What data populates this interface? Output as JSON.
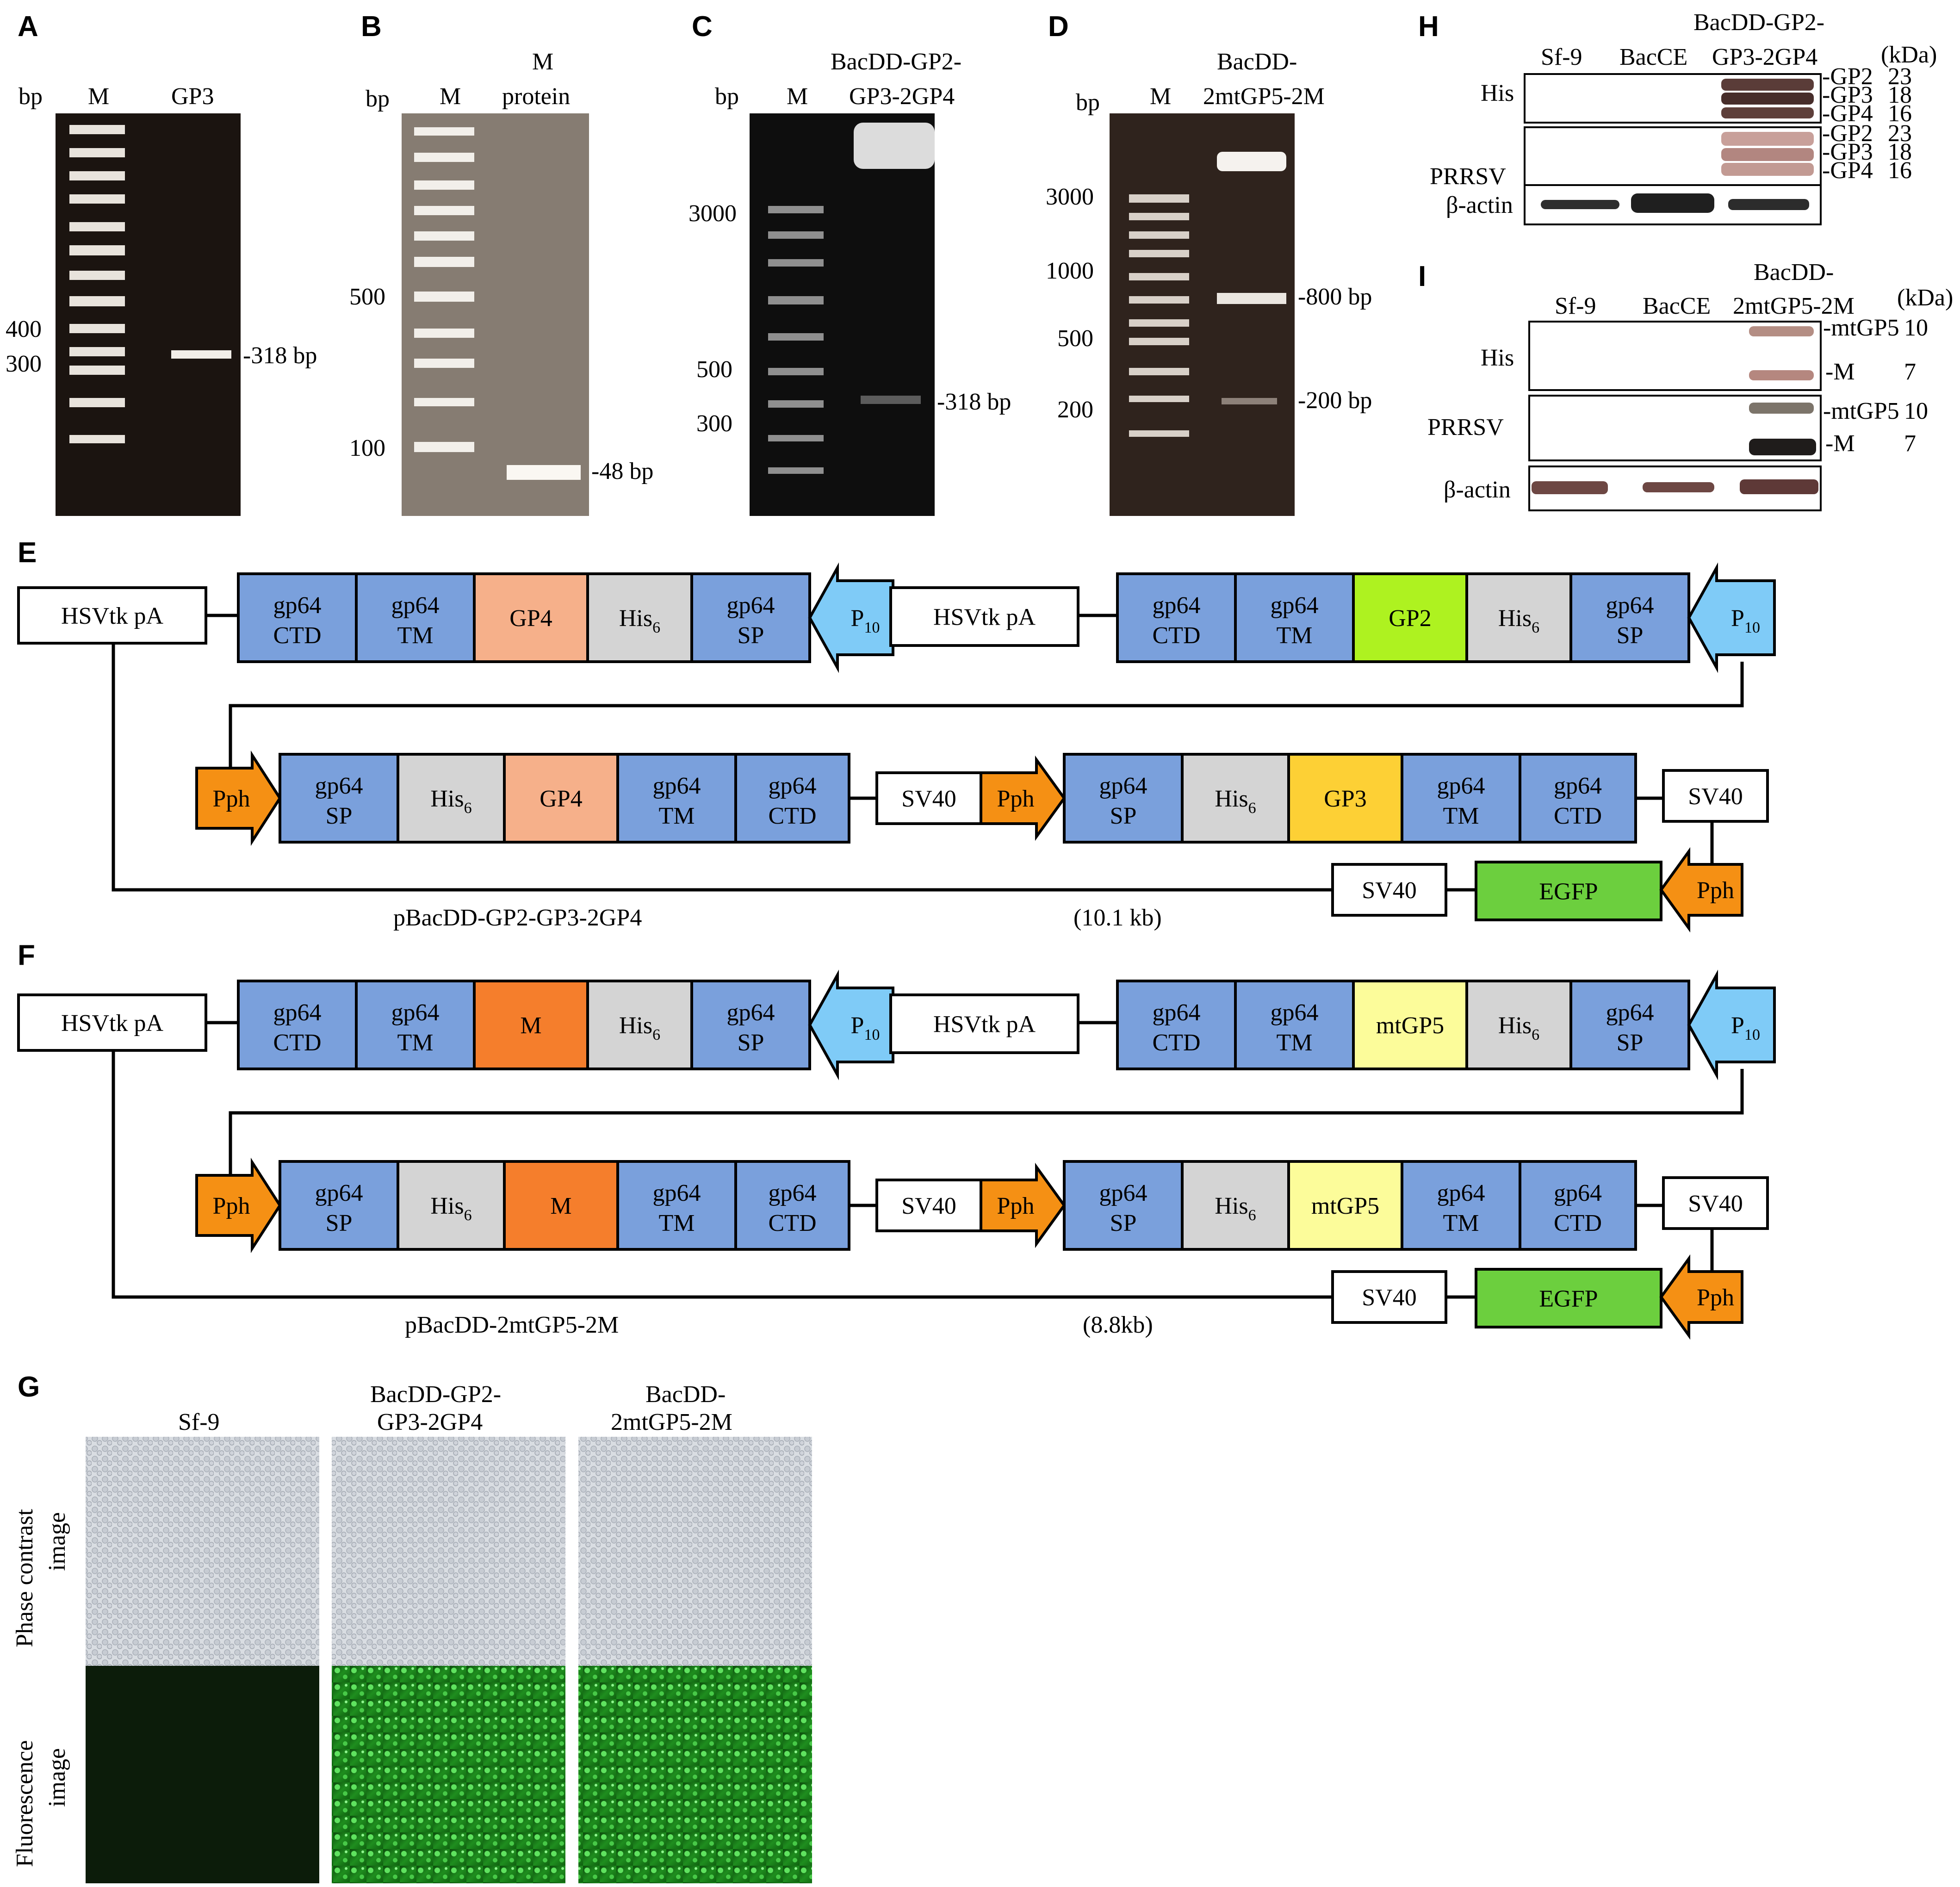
{
  "panels": {
    "A": {
      "letter": "A",
      "bp_label": "bp",
      "lane_marker": "M",
      "lane_sample": "GP3",
      "ladder_labels": [
        "400",
        "300"
      ],
      "band_label": "-318 bp"
    },
    "B": {
      "letter": "B",
      "bp_label": "bp",
      "lane_marker": "M",
      "lane_sample_line1": "M",
      "lane_sample_line2": "protein",
      "ladder_labels": [
        "500",
        "100"
      ],
      "band_label": "-48 bp"
    },
    "C": {
      "letter": "C",
      "bp_label": "bp",
      "lane_marker": "M",
      "lane_sample_line1": "BacDD-GP2-",
      "lane_sample_line2": "GP3-2GP4",
      "ladder_labels": [
        "3000",
        "500",
        "300"
      ],
      "band_label": "-318 bp"
    },
    "D": {
      "letter": "D",
      "bp_label": "bp",
      "lane_marker": "M",
      "lane_sample_line1": "BacDD-",
      "lane_sample_line2": "2mtGP5-2M",
      "ladder_labels": [
        "3000",
        "1000",
        "500",
        "200"
      ],
      "band_labels": [
        "-800 bp",
        "-200 bp"
      ]
    },
    "H": {
      "letter": "H",
      "kda": "(kDa)",
      "lanes": [
        "Sf-9",
        "BacCE",
        "GP3-2GP4"
      ],
      "lane3_top": "BacDD-GP2-",
      "rows": [
        "His",
        "PRRSV",
        "β-actin"
      ],
      "bands": [
        {
          "name": "-GP2",
          "kda": "23"
        },
        {
          "name": "-GP3",
          "kda": "18"
        },
        {
          "name": "-GP4",
          "kda": "16"
        }
      ]
    },
    "I": {
      "letter": "I",
      "kda": "(kDa)",
      "lanes": [
        "Sf-9",
        "BacCE",
        "2mtGP5-2M"
      ],
      "lane3_top": "BacDD-",
      "rows": [
        "His",
        "PRRSV",
        "β-actin"
      ],
      "bands": [
        {
          "name": "-mtGP5",
          "kda": "10"
        },
        {
          "name": "-M",
          "kda": "7"
        }
      ]
    },
    "E": {
      "letter": "E",
      "plasmid": "pBacDD-GP2-GP3-2GP4",
      "size": "(10.1 kb)",
      "insert_a": "GP4",
      "insert_b": "GP2",
      "insert_c": "GP4",
      "insert_d": "GP3"
    },
    "F": {
      "letter": "F",
      "plasmid": "pBacDD-2mtGP5-2M",
      "size": "(8.8kb)",
      "insert_a": "M",
      "insert_b": "mtGP5",
      "insert_c": "M",
      "insert_d": "mtGP5"
    },
    "G": {
      "letter": "G",
      "cols": [
        {
          "l1": "Sf-9",
          "l2": ""
        },
        {
          "l1": "BacDD-GP2-",
          "l2": "GP3-2GP4"
        },
        {
          "l1": "BacDD-",
          "l2": "2mtGP5-2M"
        }
      ],
      "rows": [
        {
          "l1": "Phase contrast",
          "l2": "image"
        },
        {
          "l1": "Fluorescence",
          "l2": "image"
        }
      ]
    }
  },
  "elements": {
    "hsvtk": "HSVtk pA",
    "gp64": "gp64",
    "ctd": "CTD",
    "tm": "TM",
    "sp": "SP",
    "his": "His",
    "his_sub": "6",
    "p": "P",
    "p_sub": "10",
    "pph": "Pph",
    "sv40": "SV40",
    "egfp": "EGFP"
  },
  "colors": {
    "gp64": "#7aa0dc",
    "his": "#d4d4d4",
    "gp4": "#f6b08a",
    "gp2": "#aef220",
    "gp3": "#fdd035",
    "m": "#f57e2c",
    "mtgp5": "#fcfc9a",
    "egfp": "#6ccf3e",
    "p10": "#7fcbf7",
    "pph": "#f59014"
  }
}
